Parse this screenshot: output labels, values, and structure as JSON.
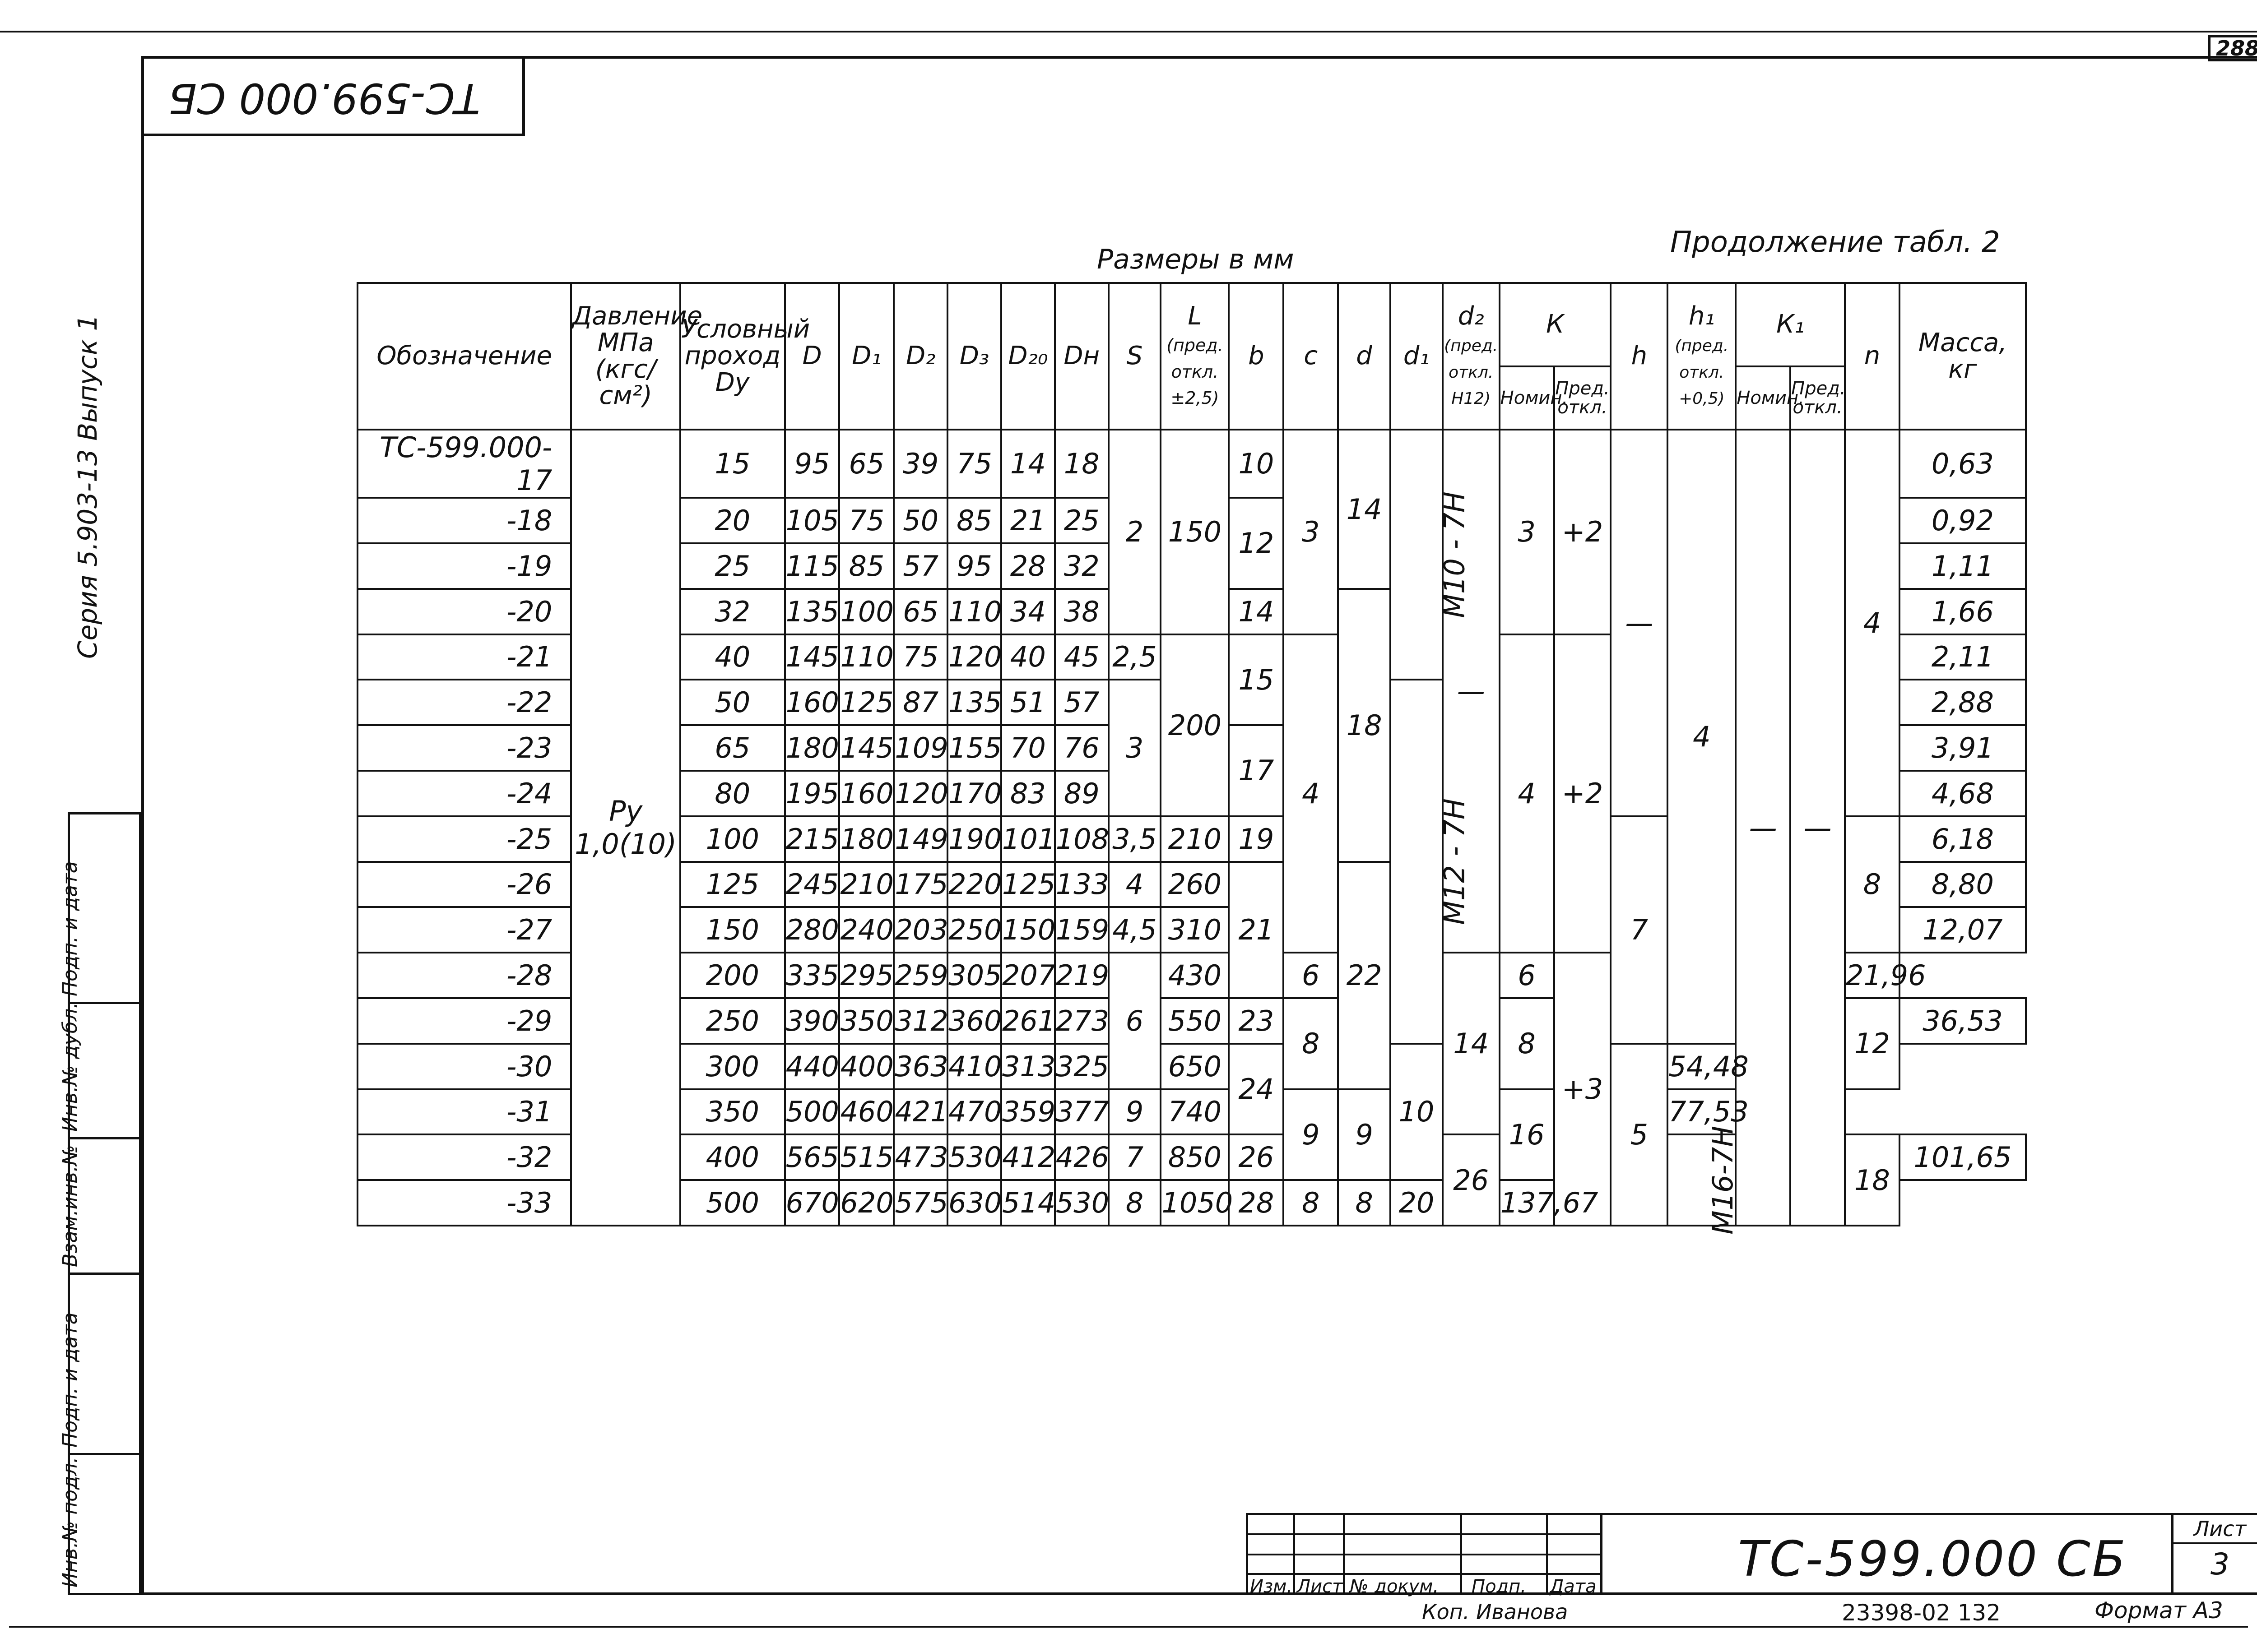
{
  "page_number": "288",
  "stamp_code": "ТС-599.000 СБ",
  "series_label": "Серия 5.903-13 Выпуск 1",
  "side_labels": [
    "Подп. и дата",
    "Инв.№ дубл.",
    "Взам.инв.№",
    "Подп. и дата",
    "Инв.№ подл."
  ],
  "units_caption": "Размеры в мм",
  "continuation": "Продолжение табл. 2",
  "headers": {
    "designation": "Обозначение",
    "pressure": "Давление МПа (кгс/см²)",
    "dn": "Условный проход Dy",
    "D": "D",
    "D1": "D₁",
    "D2": "D₂",
    "D3": "D₃",
    "D20": "D₂₀",
    "Dn": "Dн",
    "S": "S",
    "L": "L",
    "L_tol": "(пред. откл. ±2,5)",
    "b": "b",
    "c": "c",
    "d": "d",
    "d1": "d₁",
    "d2": "d₂",
    "d2_tol": "(пред. откл. H12)",
    "K": "К",
    "nom": "Номин.",
    "tol": "Пред. откл.",
    "h": "h",
    "h1": "h₁",
    "h1_tol": "(пред. откл. +0,5)",
    "K1": "К₁",
    "n": "n",
    "mass": "Масса, кг"
  },
  "table": {
    "designations": [
      "ТС-599.000-17",
      "-18",
      "-19",
      "-20",
      "-21",
      "-22",
      "-23",
      "-24",
      "-25",
      "-26",
      "-27",
      "-28",
      "-29",
      "-30",
      "-31",
      "-32",
      "-33"
    ],
    "pressure_line1": "Ру",
    "pressure_line2": "1,0(10)",
    "dn": [
      "15",
      "20",
      "25",
      "32",
      "40",
      "50",
      "65",
      "80",
      "100",
      "125",
      "150",
      "200",
      "250",
      "300",
      "350",
      "400",
      "500"
    ],
    "D": [
      "95",
      "105",
      "115",
      "135",
      "145",
      "160",
      "180",
      "195",
      "215",
      "245",
      "280",
      "335",
      "390",
      "440",
      "500",
      "565",
      "670"
    ],
    "D1": [
      "65",
      "75",
      "85",
      "100",
      "110",
      "125",
      "145",
      "160",
      "180",
      "210",
      "240",
      "295",
      "350",
      "400",
      "460",
      "515",
      "620"
    ],
    "D2": [
      "39",
      "50",
      "57",
      "65",
      "75",
      "87",
      "109",
      "120",
      "149",
      "175",
      "203",
      "259",
      "312",
      "363",
      "421",
      "473",
      "575"
    ],
    "D3": [
      "75",
      "85",
      "95",
      "110",
      "120",
      "135",
      "155",
      "170",
      "190",
      "220",
      "250",
      "305",
      "360",
      "410",
      "470",
      "530",
      "630"
    ],
    "D20": [
      "14",
      "21",
      "28",
      "34",
      "40",
      "51",
      "70",
      "83",
      "101",
      "125",
      "150",
      "207",
      "261",
      "313",
      "359",
      "412",
      "514"
    ],
    "Dn": [
      "18",
      "25",
      "32",
      "38",
      "45",
      "57",
      "76",
      "89",
      "108",
      "133",
      "159",
      "219",
      "273",
      "325",
      "377",
      "426",
      "530"
    ],
    "S_groups": [
      "2",
      "2,5",
      "3",
      "3,5",
      "4",
      "4,5",
      "6",
      "9",
      "7",
      "8"
    ],
    "L_groups": [
      "150",
      "200",
      "210",
      "260",
      "310",
      "430",
      "550",
      "650",
      "740",
      "850",
      "1050"
    ],
    "b_groups": [
      "10",
      "12",
      "14",
      "15",
      "17",
      "19",
      "21",
      "23",
      "24",
      "26",
      "28"
    ],
    "c_groups": [
      "3",
      "4",
      "6",
      "8",
      "9",
      "8"
    ],
    "d_groups": [
      "14",
      "18",
      "22",
      "26"
    ],
    "d1_groups": [
      "M10 - 7H",
      "M12 - 7H",
      "M16-7H"
    ],
    "d2_groups": [
      "—",
      "14",
      "18"
    ],
    "K_nom_groups": [
      "3",
      "4",
      "6",
      "8",
      "9",
      "8"
    ],
    "K_tol_groups": [
      "+2",
      "+2",
      "+3"
    ],
    "h_groups": [
      "—",
      "7",
      "10"
    ],
    "h1_groups": [
      "4",
      "5"
    ],
    "K1_nom": "—",
    "K1_tol": "—",
    "n_groups": [
      "4",
      "8",
      "12",
      "16",
      "20"
    ],
    "mass": [
      "0,63",
      "0,92",
      "1,11",
      "1,66",
      "2,11",
      "2,88",
      "3,91",
      "4,68",
      "6,18",
      "8,80",
      "12,07",
      "21,96",
      "36,53",
      "54,48",
      "77,53",
      "101,65",
      "137,67"
    ]
  },
  "title_block": {
    "labels": [
      "Изм.",
      "Лист",
      "№ докум.",
      "Подп.",
      "Дата"
    ],
    "code": "ТС-599.000 СБ",
    "sheet_label": "Лист",
    "sheet_value": "3",
    "copied_by": "Коп. Иванова",
    "archive_code": "23398-02   132",
    "format": "Формат А3"
  }
}
